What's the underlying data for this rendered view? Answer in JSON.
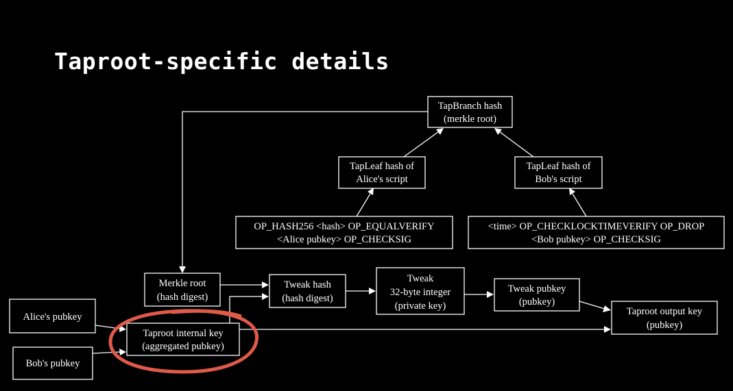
{
  "title": "Taproot-specific details",
  "colors": {
    "background": "#000000",
    "foreground": "#ffffff",
    "highlight": "#e05a4a"
  },
  "nodes": {
    "tapbranch": {
      "line1": "TapBranch hash",
      "line2": "(merkle root)"
    },
    "tapleaf_alice": {
      "line1": "TapLeaf hash of",
      "line2": "Alice's script"
    },
    "tapleaf_bob": {
      "line1": "TapLeaf hash of",
      "line2": "Bob's script"
    },
    "script_alice": {
      "line1": "OP_HASH256 <hash> OP_EQUALVERIFY",
      "line2": "<Alice pubkey> OP_CHECKSIG"
    },
    "script_bob": {
      "line1": "<time> OP_CHECKLOCKTIMEVERIFY OP_DROP",
      "line2": "<Bob pubkey> OP_CHECKSIG"
    },
    "merkle_root": {
      "line1": "Merkle root",
      "line2": "(hash digest)"
    },
    "tweak_hash": {
      "line1": "Tweak hash",
      "line2": "(hash digest)"
    },
    "tweak": {
      "line1": "Tweak",
      "line2": "32-byte integer",
      "line3": "(private key)"
    },
    "tweak_pubkey": {
      "line1": "Tweak pubkey",
      "line2": "(pubkey)"
    },
    "output_key": {
      "line1": "Taproot output key",
      "line2": "(pubkey)"
    },
    "alice_pubkey": {
      "label": "Alice's pubkey"
    },
    "bob_pubkey": {
      "label": "Bob's pubkey"
    },
    "internal_key": {
      "line1": "Taproot internal key",
      "line2": "(aggregated pubkey)"
    }
  }
}
